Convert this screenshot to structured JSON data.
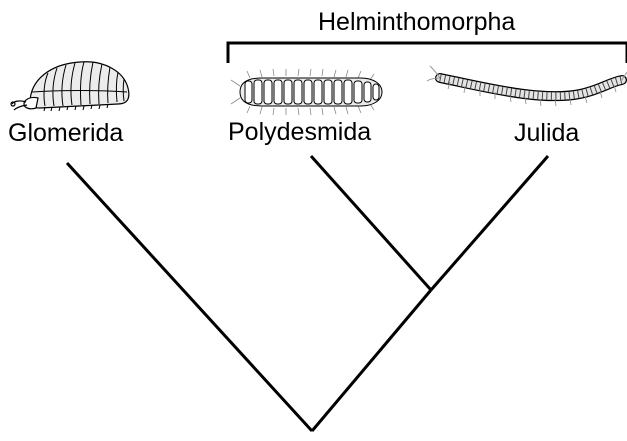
{
  "clade": {
    "label": "Helminthomorpha"
  },
  "taxa": [
    {
      "label": "Glomerida",
      "illustration": "pill-millipede-icon"
    },
    {
      "label": "Polydesmida",
      "illustration": "flat-backed-millipede-icon"
    },
    {
      "label": "Julida",
      "illustration": "cylindrical-millipede-icon"
    }
  ],
  "colors": {
    "line": "#000000",
    "background": "#ffffff",
    "illustration_fill": "#ececec"
  }
}
